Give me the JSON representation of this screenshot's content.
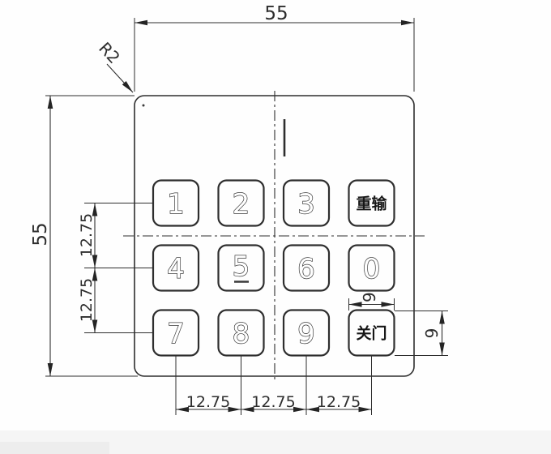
{
  "drawing": {
    "type": "keypad-dimension-drawing",
    "keys": [
      {
        "label": "1"
      },
      {
        "label": "2"
      },
      {
        "label": "3"
      },
      {
        "label": "重输"
      },
      {
        "label": "4"
      },
      {
        "label": "5",
        "tactile_underline": true
      },
      {
        "label": "6"
      },
      {
        "label": "0"
      },
      {
        "label": "7"
      },
      {
        "label": "8"
      },
      {
        "label": "9"
      },
      {
        "label": "关门"
      }
    ],
    "dimensions": {
      "panel_width": "55",
      "panel_height": "55",
      "row_pitch_top": "12.75",
      "row_pitch_bottom": "12.75",
      "col_pitch_1": "12.75",
      "col_pitch_2": "12.75",
      "col_pitch_3": "12.75",
      "key_width": "9",
      "key_height": "9",
      "corner_radius": "R2"
    },
    "colors": {
      "line": "#2e2e2e",
      "background": "#fefefe",
      "bottom_band": "#f2f2f2"
    }
  }
}
